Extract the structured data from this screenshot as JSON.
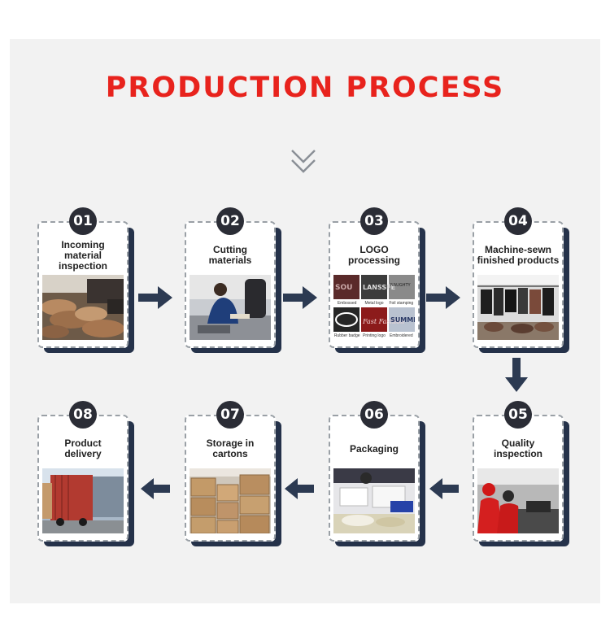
{
  "header": {
    "title": "PRODUCTION PROCESS",
    "down_icon": "double-chevron-down-icon"
  },
  "steps": [
    {
      "number": "01",
      "label": "Incoming\nmaterial\ninspection"
    },
    {
      "number": "02",
      "label": "Cutting\nmaterials"
    },
    {
      "number": "03",
      "label": "LOGO\nprocessing"
    },
    {
      "number": "04",
      "label": "Machine-sewn\nfinished products"
    },
    {
      "number": "05",
      "label": "Quality\ninspection"
    },
    {
      "number": "06",
      "label": "Packaging"
    },
    {
      "number": "07",
      "label": "Storage in\ncartons"
    },
    {
      "number": "08",
      "label": "Product\ndelivery"
    }
  ],
  "logo_samples": [
    "Embossed",
    "Metal logo",
    "Foil stamping",
    "Rubber badge",
    "Printing logo",
    "Embroidered"
  ],
  "colors": {
    "title": "#e8231d",
    "badge": "#2b2d36",
    "arrow": "#2c3a52",
    "card_shadow": "#25324a"
  }
}
